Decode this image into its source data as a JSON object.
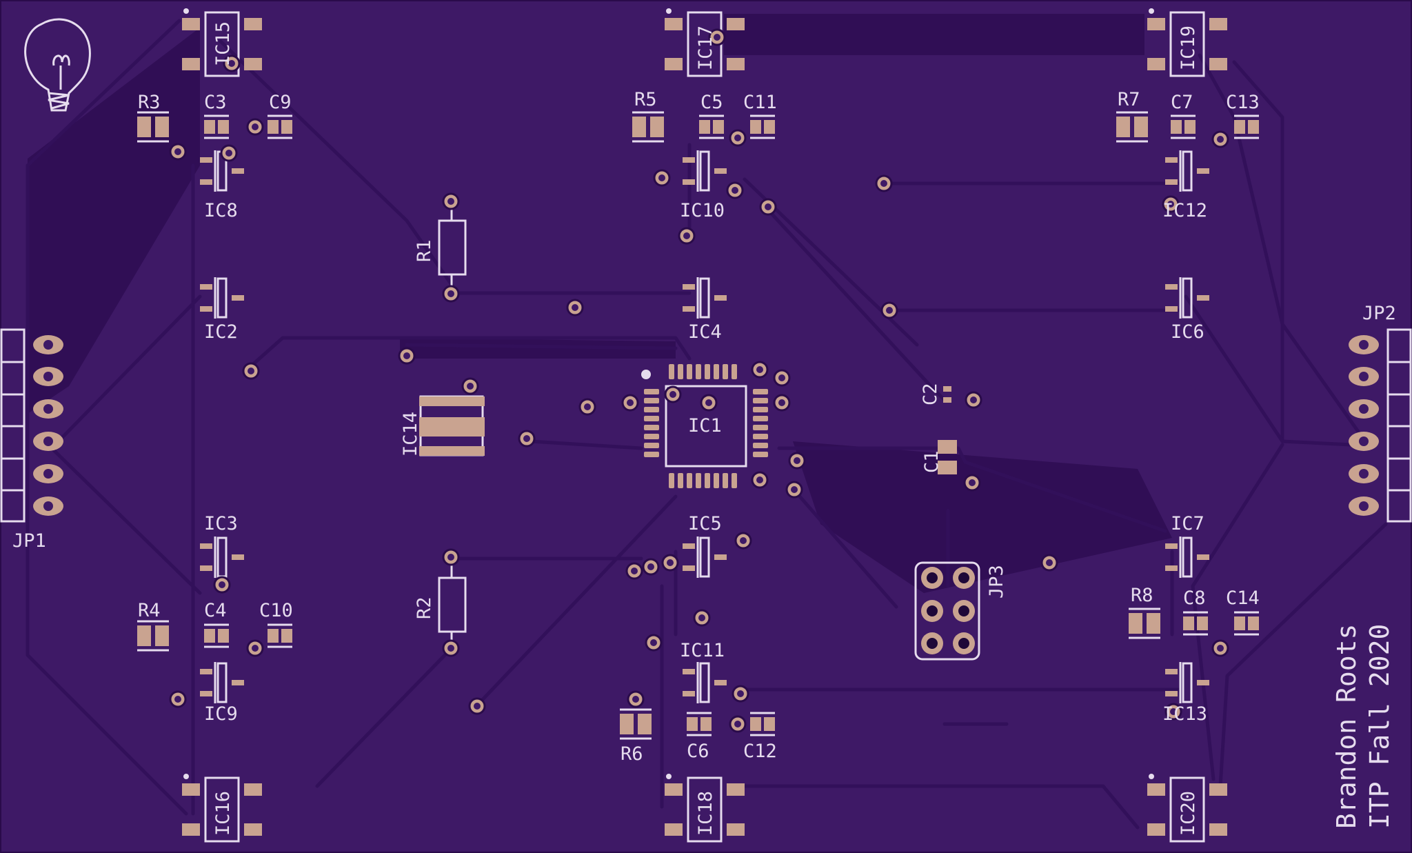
{
  "board": {
    "background": "#3e1966",
    "trace_color": "#32105a",
    "pad_color": "#c9a390",
    "silkscreen_color": "#e6dcee"
  },
  "labels": {
    "jp1": "JP1",
    "jp2": "JP2",
    "jp3": "JP3",
    "ic1": "IC1",
    "ic2": "IC2",
    "ic3": "IC3",
    "ic4": "IC4",
    "ic5": "IC5",
    "ic6": "IC6",
    "ic7": "IC7",
    "ic8": "IC8",
    "ic9": "IC9",
    "ic10": "IC10",
    "ic11": "IC11",
    "ic12": "IC12",
    "ic13": "IC13",
    "ic14": "IC14",
    "ic15": "IC15",
    "ic16": "IC16",
    "ic17": "IC17",
    "ic18": "IC18",
    "ic19": "IC19",
    "ic20": "IC20",
    "r1": "R1",
    "r2": "R2",
    "r3": "R3",
    "r4": "R4",
    "r5": "R5",
    "r6": "R6",
    "r7": "R7",
    "r8": "R8",
    "c1": "C1",
    "c2": "C2",
    "c3": "C3",
    "c4": "C4",
    "c5": "C5",
    "c6": "C6",
    "c7": "C7",
    "c8": "C8",
    "c9": "C9",
    "c10": "C10",
    "c11": "C11",
    "c12": "C12",
    "c13": "C13",
    "c14": "C14"
  },
  "credit": {
    "line1": "Brandon Roots",
    "line2": "ITP Fall 2020"
  },
  "logo": "lightbulb-icon"
}
